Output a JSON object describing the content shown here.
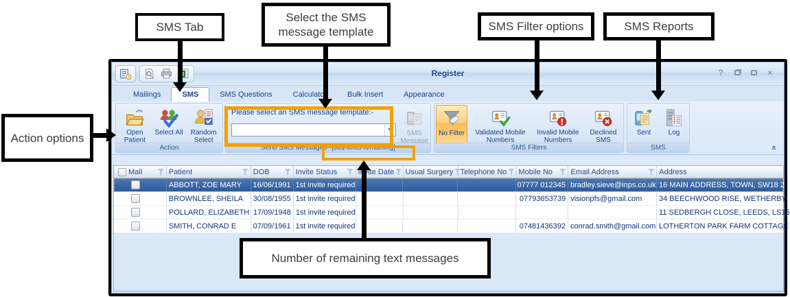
{
  "annotations": {
    "sms_tab": "SMS Tab",
    "template": "Select the SMS message template",
    "filters": "SMS Filter options",
    "reports": "SMS Reports",
    "action": "Action options",
    "remaining": "Number of remaining text messages"
  },
  "window": {
    "title": "Register",
    "help_glyph": "?",
    "close_glyph": "×"
  },
  "tabs": [
    {
      "label": "Mailings"
    },
    {
      "label": "SMS"
    },
    {
      "label": "SMS Questions"
    },
    {
      "label": "Calculator"
    },
    {
      "label": "Bulk Insert"
    },
    {
      "label": "Appearance"
    }
  ],
  "ribbon": {
    "action_group": {
      "footer": "Action",
      "buttons": [
        {
          "label": "Open Patient"
        },
        {
          "label": "Select All"
        },
        {
          "label": "Random Select"
        }
      ]
    },
    "template_group": {
      "prompt": "Please select an SMS message template:-",
      "combo_value": "",
      "sms_message_label": "SMS Message",
      "footer_send": "Send SMS Messages",
      "footer_remaining": "[531 texts remaining]"
    },
    "filter_group": {
      "footer": "SMS Filters",
      "buttons": [
        {
          "label": "No Filter",
          "selected": true
        },
        {
          "label": "Validated Mobile Numbers"
        },
        {
          "label": "Invalid Mobile Numbers"
        },
        {
          "label": "Declined SMS"
        }
      ]
    },
    "sms_group": {
      "footer": "SMS",
      "buttons": [
        {
          "label": "Sent"
        },
        {
          "label": "Log"
        }
      ]
    }
  },
  "table": {
    "headers": [
      "Mail",
      "Patient",
      "DOB",
      "Invite Status",
      "Invite Date",
      "Usual Surgery",
      "Telephone No",
      "Mobile No",
      "Email Address",
      "Address"
    ],
    "rows": [
      {
        "patient": "ABBOTT, ZOE MARY",
        "dob": "16/06/1991",
        "invite_status": "1st invite required",
        "invite_date": "",
        "usual_surgery": "",
        "telephone": "",
        "mobile": "07777 012345",
        "email": "bradley.sieve@inps.co.uk",
        "address": "16 MAIN ADDRESS, TOWN, SW18 2",
        "selected": true
      },
      {
        "patient": "BROWNLEE, SHEILA",
        "dob": "30/08/1955",
        "invite_status": "1st invite required",
        "invite_date": "",
        "usual_surgery": "",
        "telephone": "",
        "mobile": "07793653739",
        "email": "visionpfs@gmail.com",
        "address": "34 BEECHWOOD RISE, WETHERBY",
        "selected": false
      },
      {
        "patient": "POLLARD, ELIZABETH",
        "dob": "17/09/1948",
        "invite_status": "1st invite required",
        "invite_date": "",
        "usual_surgery": "",
        "telephone": "",
        "mobile": "",
        "email": "",
        "address": "11 SEDBERGH CLOSE, LEEDS, LS15",
        "selected": false
      },
      {
        "patient": "SMITH, CONRAD E",
        "dob": "07/09/1961",
        "invite_status": "1st invite required",
        "invite_date": "",
        "usual_surgery": "",
        "telephone": "",
        "mobile": "07481436392",
        "email": "conrad.smith@gmail.com",
        "address": "LOTHERTON PARK FARM COTTAGE",
        "selected": false
      }
    ]
  },
  "colors": {
    "annotation_orange": "#F2A007",
    "selected_row_blue": "#33639F",
    "navy_text": "#15428B",
    "no_filter_highlight": "#FCBC59"
  }
}
